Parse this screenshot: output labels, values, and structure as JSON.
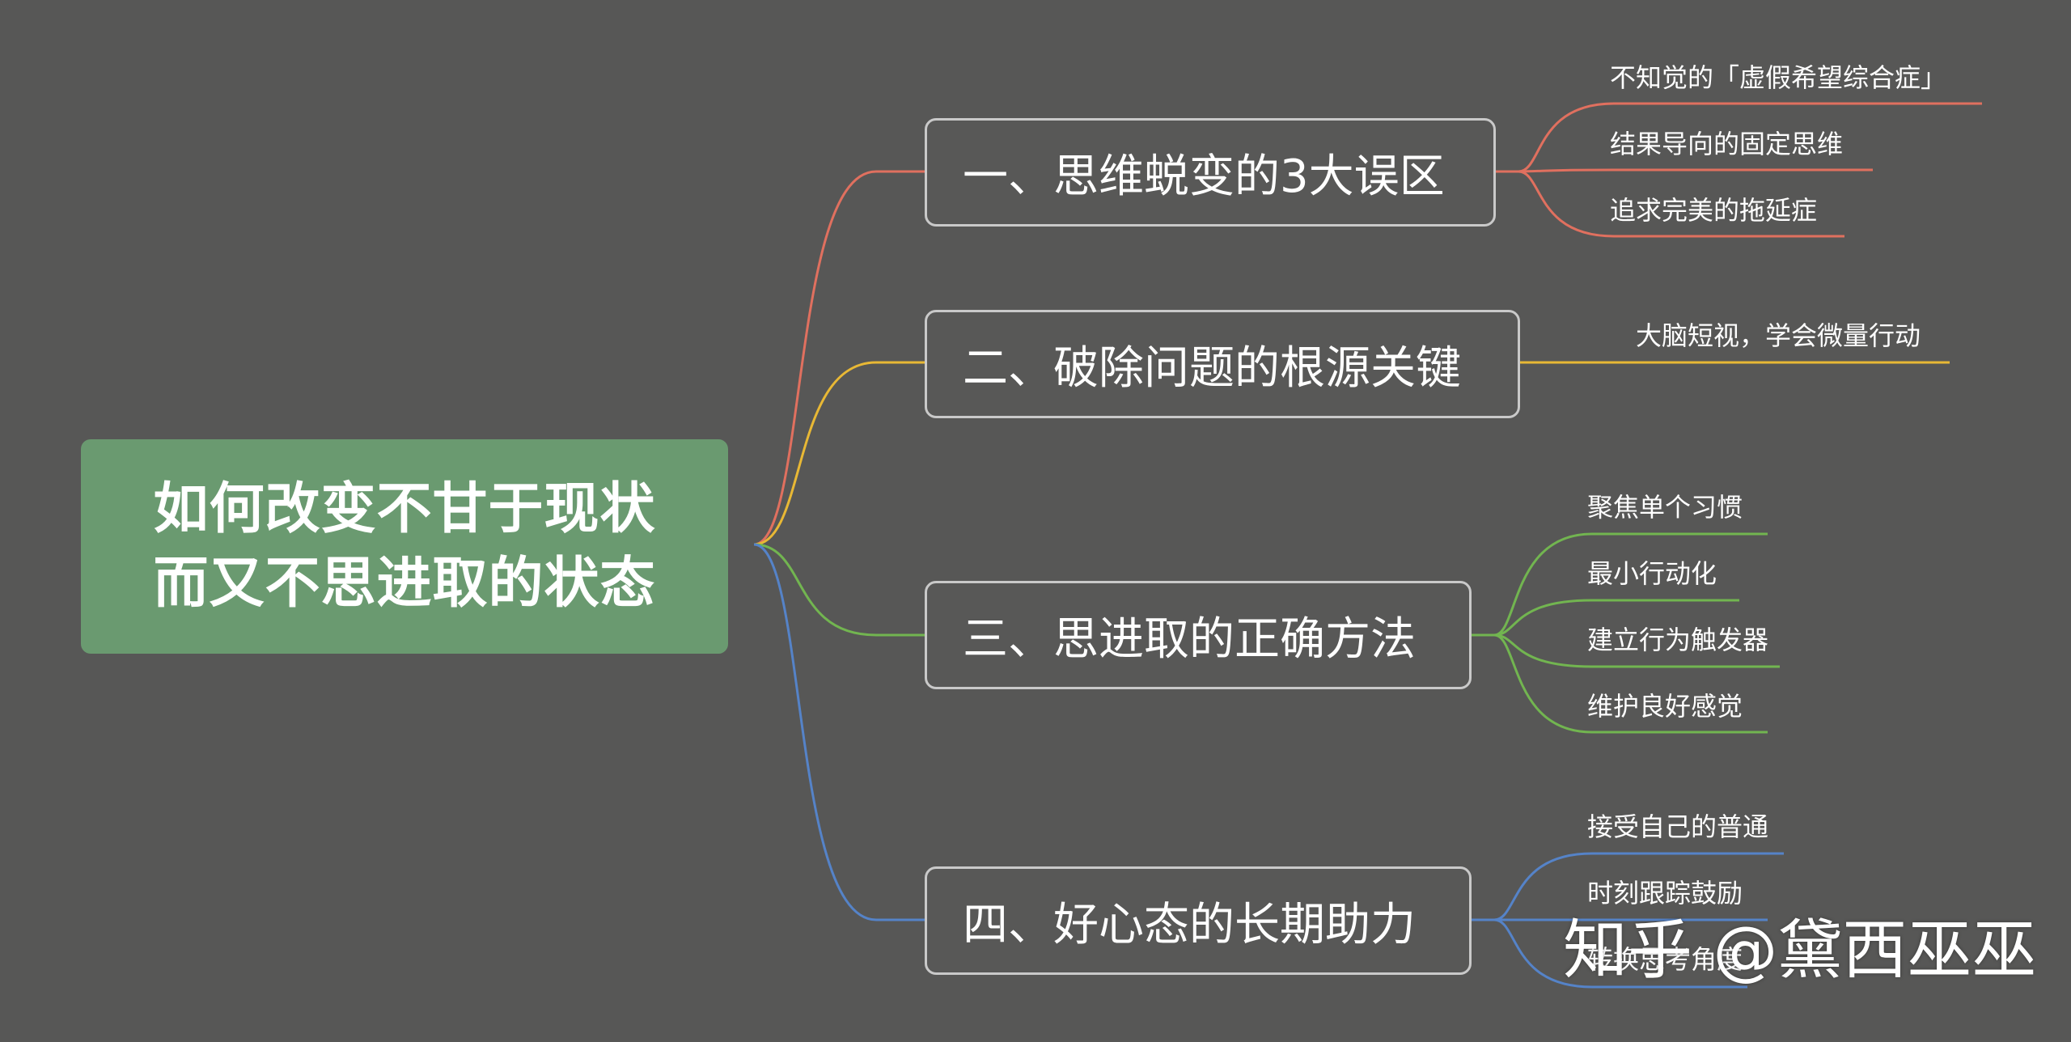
{
  "colors": {
    "background": "#575756",
    "root_fill": "#6a9a70",
    "branch_border": "#c9c9c9",
    "branch_1": "#e0705f",
    "branch_2": "#e8b835",
    "branch_3": "#72b550",
    "branch_4": "#5583c8"
  },
  "root": {
    "line1": "如何改变不甘于现状",
    "line2": "而又不思进取的状态"
  },
  "branches": [
    {
      "label": "一、思维蜕变的3大误区",
      "color": "#e0705f",
      "leaves": [
        "不知觉的「虚假希望综合症」",
        "结果导向的固定思维",
        "追求完美的拖延症"
      ]
    },
    {
      "label": "二、破除问题的根源关键",
      "color": "#e8b835",
      "leaves": [
        "大脑短视，学会微量行动"
      ]
    },
    {
      "label": "三、思进取的正确方法",
      "color": "#72b550",
      "leaves": [
        "聚焦单个习惯",
        "最小行动化",
        "建立行为触发器",
        "维护良好感觉"
      ]
    },
    {
      "label": "四、好心态的长期助力",
      "color": "#5583c8",
      "leaves": [
        "接受自己的普通",
        "时刻跟踪鼓励",
        "转换思考角度"
      ]
    }
  ],
  "watermark": "知乎 @黛西巫巫"
}
